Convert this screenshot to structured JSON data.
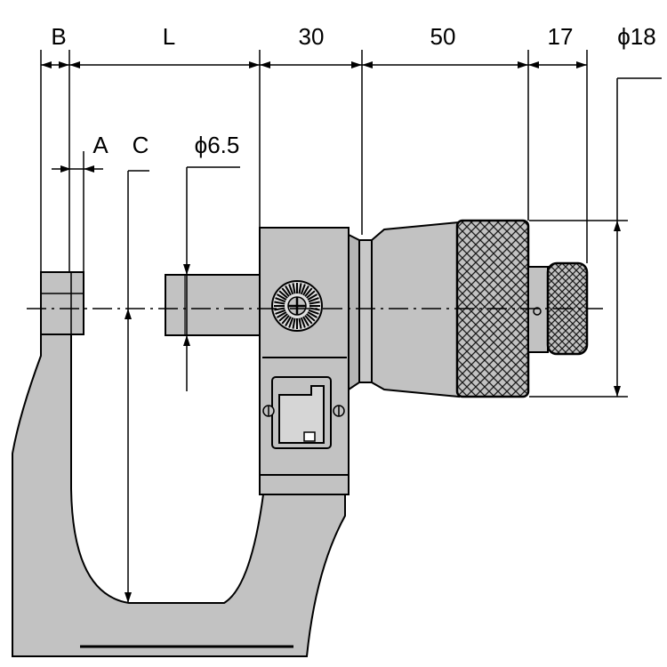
{
  "diagram": {
    "colors": {
      "body": "#c2c2c2",
      "body_dark": "#a9a9a9",
      "outline": "#000000",
      "background": "#ffffff"
    },
    "dimensions": {
      "b": "B",
      "l": "L",
      "d30": "30",
      "d50": "50",
      "d17": "17",
      "phi18": "ϕ18",
      "a": "A",
      "c": "C",
      "phi65": "ϕ6.5"
    }
  }
}
